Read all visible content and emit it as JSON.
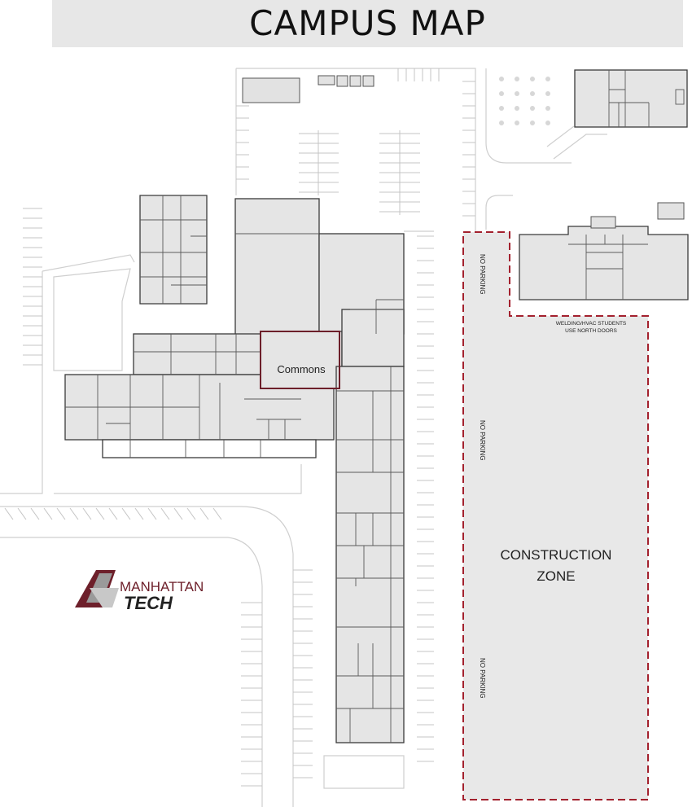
{
  "title": "CAMPUS MAP",
  "labels": {
    "commons": "Commons",
    "construction_line1": "CONSTRUCTION",
    "construction_line2": "ZONE",
    "no_parking": "NO PARKING",
    "welding_line1": "WELDING/HVAC STUDENTS",
    "welding_line2": "USE NORTH DOORS"
  },
  "logo": {
    "line1": "MANHATTAN",
    "line2": "TECH"
  },
  "colors": {
    "building_fill": "#e5e5e5",
    "building_stroke": "#3a3a3a",
    "highlight": "#6d1f2a",
    "construction_fill": "#e8e8e8",
    "construction_border": "#a3212e",
    "parking_lines": "#bdbdbd"
  }
}
